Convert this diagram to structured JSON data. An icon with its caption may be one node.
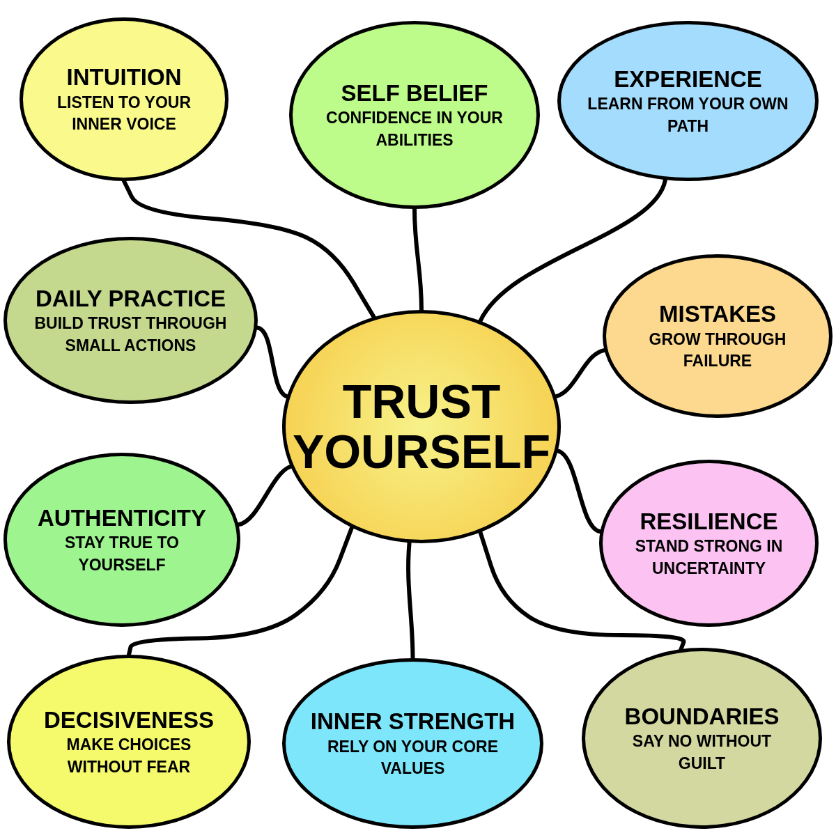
{
  "diagram": {
    "nodes": [
      {
        "text": [
          "TRUST YOURSELF"
        ]
      },
      {
        "text": [
          "INTUITION",
          "LISTEN TO YOUR INNER VOICE"
        ]
      },
      {
        "text": [
          "SELF BELIEF",
          "CONFIDENCE IN YOUR ABILITIES"
        ]
      },
      {
        "text": [
          "EXPERIENCE",
          "LEARN FROM YOUR OWN PATH"
        ]
      },
      {
        "text": [
          "DAILY PRACTICE",
          "BUILD TRUST THROUGH SMALL ACTIONS"
        ]
      },
      {
        "text": [
          "MISTAKES",
          "GROW THROUGH FAILURE"
        ]
      },
      {
        "text": [
          "AUTHENTICITY",
          "STAY TRUE TO YOURSELF"
        ]
      },
      {
        "text": [
          "RESILIENCE",
          "STAND STRONG IN UNCERTAINTY"
        ]
      },
      {
        "text": [
          "DECISIVENESS",
          "MAKE CHOICES WITHOUT FEAR"
        ]
      },
      {
        "text": [
          "INNER STRENGTH",
          "RELY ON YOUR CORE VALUES"
        ]
      },
      {
        "text": [
          "BOUNDARIES",
          "SAY NO WITHOUT GUILT"
        ]
      }
    ],
    "edges": [
      {
        "from": 0,
        "to": 1,
        "arrow": "none"
      },
      {
        "from": 0,
        "to": 2,
        "arrow": "none"
      },
      {
        "from": 0,
        "to": 3,
        "arrow": "none"
      },
      {
        "from": 0,
        "to": 4,
        "arrow": "none"
      },
      {
        "from": 0,
        "to": 5,
        "arrow": "none"
      },
      {
        "from": 0,
        "to": 6,
        "arrow": "none"
      },
      {
        "from": 0,
        "to": 7,
        "arrow": "none"
      },
      {
        "from": 0,
        "to": 8,
        "arrow": "none"
      },
      {
        "from": 0,
        "to": 9,
        "arrow": "none"
      },
      {
        "from": 0,
        "to": 10,
        "arrow": "none"
      }
    ]
  }
}
